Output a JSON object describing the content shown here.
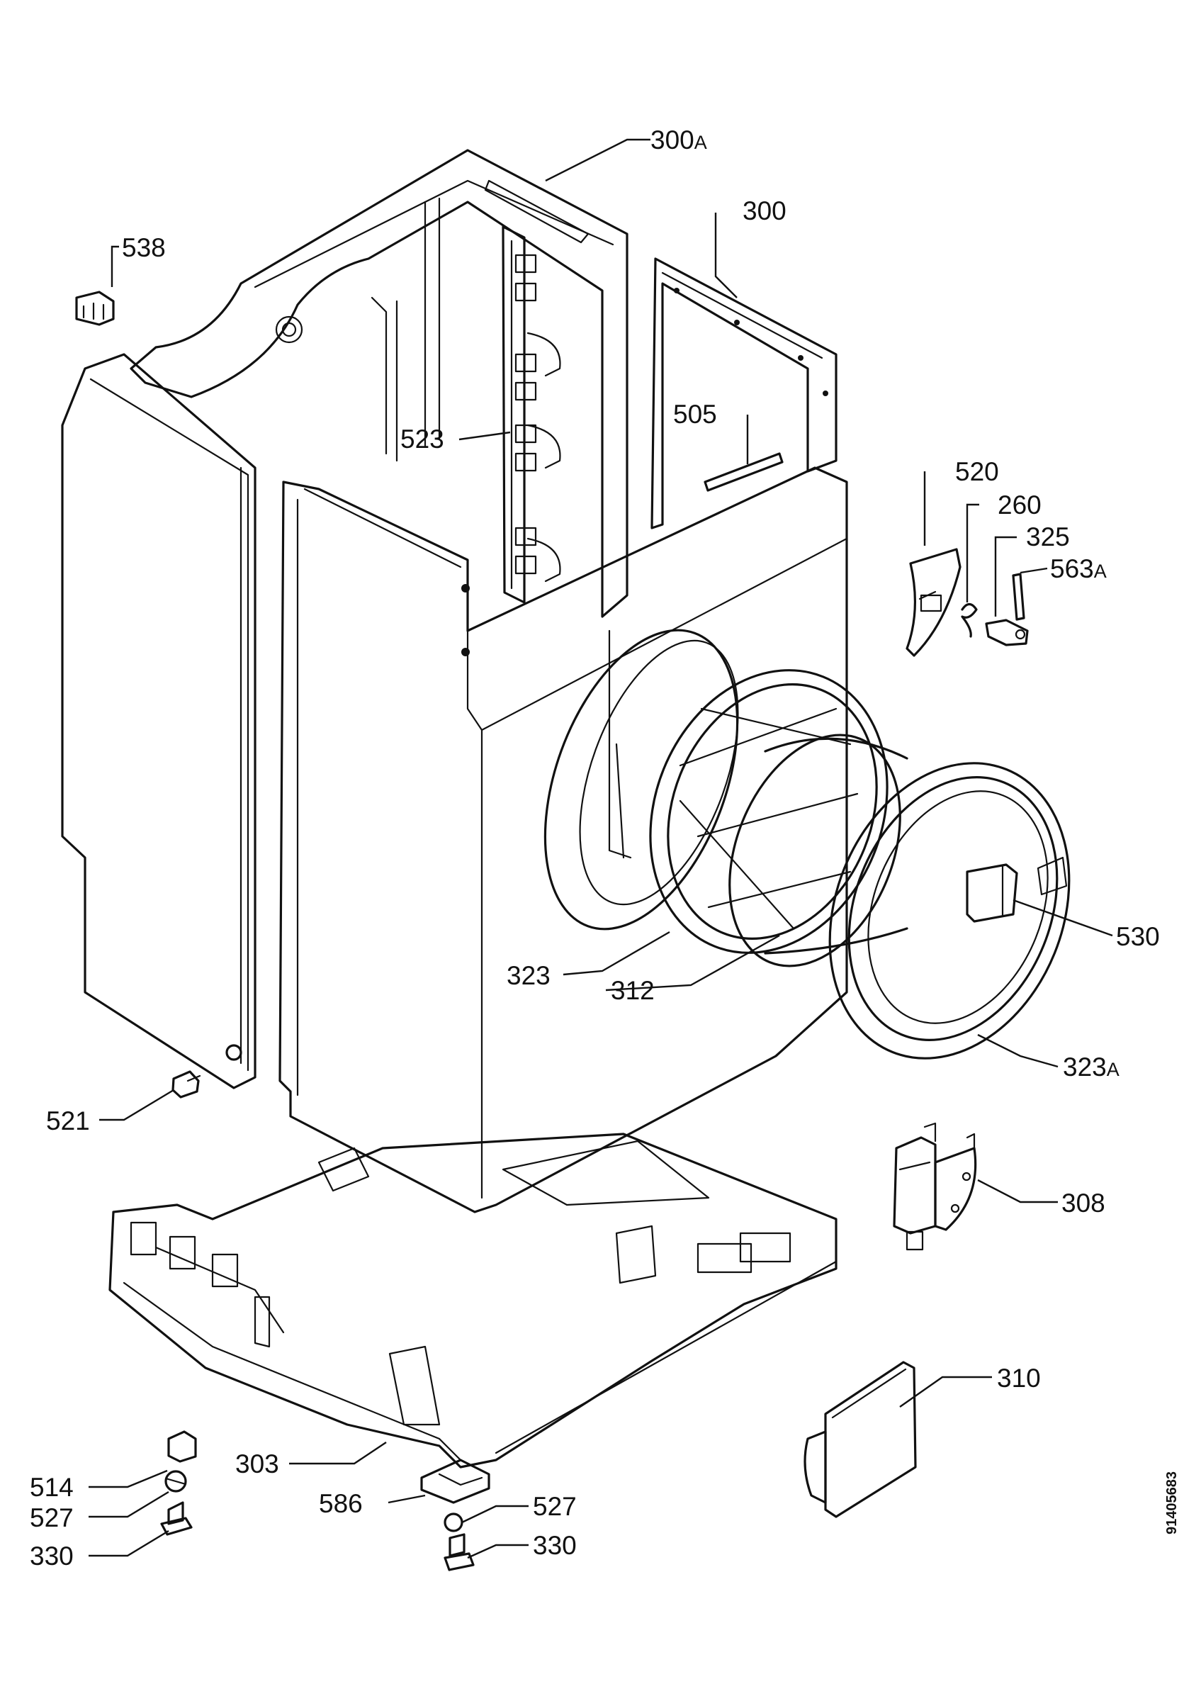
{
  "document_id": "91405683",
  "callouts": [
    {
      "id": "c300a",
      "number": "300",
      "suffix": "A"
    },
    {
      "id": "c300",
      "number": "300",
      "suffix": ""
    },
    {
      "id": "c538",
      "number": "538",
      "suffix": ""
    },
    {
      "id": "c523",
      "number": "523",
      "suffix": ""
    },
    {
      "id": "c505",
      "number": "505",
      "suffix": ""
    },
    {
      "id": "c520",
      "number": "520",
      "suffix": ""
    },
    {
      "id": "c260",
      "number": "260",
      "suffix": ""
    },
    {
      "id": "c325",
      "number": "325",
      "suffix": ""
    },
    {
      "id": "c563a",
      "number": "563",
      "suffix": "A"
    },
    {
      "id": "c530",
      "number": "530",
      "suffix": ""
    },
    {
      "id": "c323",
      "number": "323",
      "suffix": ""
    },
    {
      "id": "c312",
      "number": "312",
      "suffix": ""
    },
    {
      "id": "c323a",
      "number": "323",
      "suffix": "A"
    },
    {
      "id": "c521",
      "number": "521",
      "suffix": ""
    },
    {
      "id": "c308",
      "number": "308",
      "suffix": ""
    },
    {
      "id": "c310",
      "number": "310",
      "suffix": ""
    },
    {
      "id": "c303",
      "number": "303",
      "suffix": ""
    },
    {
      "id": "c586",
      "number": "586",
      "suffix": ""
    },
    {
      "id": "c527b",
      "number": "527",
      "suffix": ""
    },
    {
      "id": "c330b",
      "number": "330",
      "suffix": ""
    },
    {
      "id": "c514",
      "number": "514",
      "suffix": ""
    },
    {
      "id": "c527a",
      "number": "527",
      "suffix": ""
    },
    {
      "id": "c330a",
      "number": "330",
      "suffix": ""
    }
  ]
}
